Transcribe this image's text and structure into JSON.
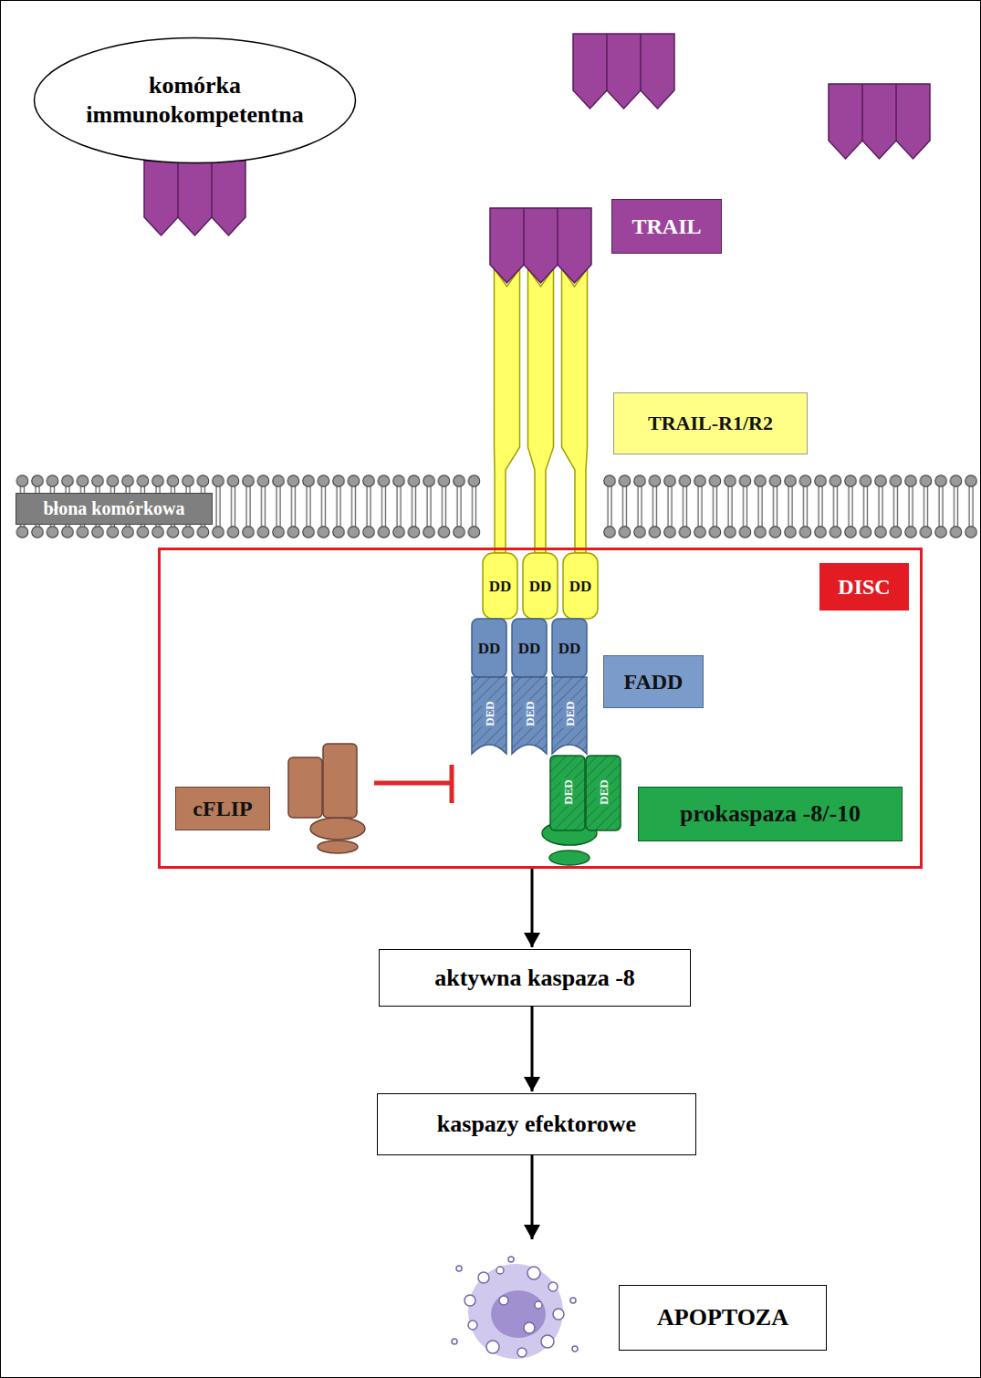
{
  "diagram": {
    "nodes": [
      {
        "text": [
          "komórka immunokompetentna"
        ]
      },
      {
        "text": [
          "TRAIL"
        ]
      },
      {
        "text": [
          "TRAIL-R1/R2"
        ]
      },
      {
        "text": [
          "błona komórkowa"
        ]
      },
      {
        "text": [
          "DISC"
        ]
      },
      {
        "text": [
          "FADD"
        ],
        "in": 4
      },
      {
        "text": [
          "cFLIP"
        ],
        "in": 4
      },
      {
        "text": [
          "prokaspaza -8/-10"
        ],
        "in": 4
      },
      {
        "text": [
          "aktywna kaspaza -8"
        ]
      },
      {
        "text": [
          "kaspazy efektorowe"
        ]
      },
      {
        "text": [
          "APOPTOZA"
        ]
      }
    ],
    "edges": [
      {
        "from": 4,
        "to": 8,
        "arrow": "to"
      },
      {
        "from": 8,
        "to": 9,
        "arrow": "to"
      },
      {
        "from": 9,
        "to": 10,
        "arrow": "to"
      }
    ],
    "labels": [
      "DD",
      "DD",
      "DD",
      "DD",
      "DD",
      "DD",
      "DED",
      "DED",
      "DED",
      "DED",
      "DED"
    ]
  }
}
